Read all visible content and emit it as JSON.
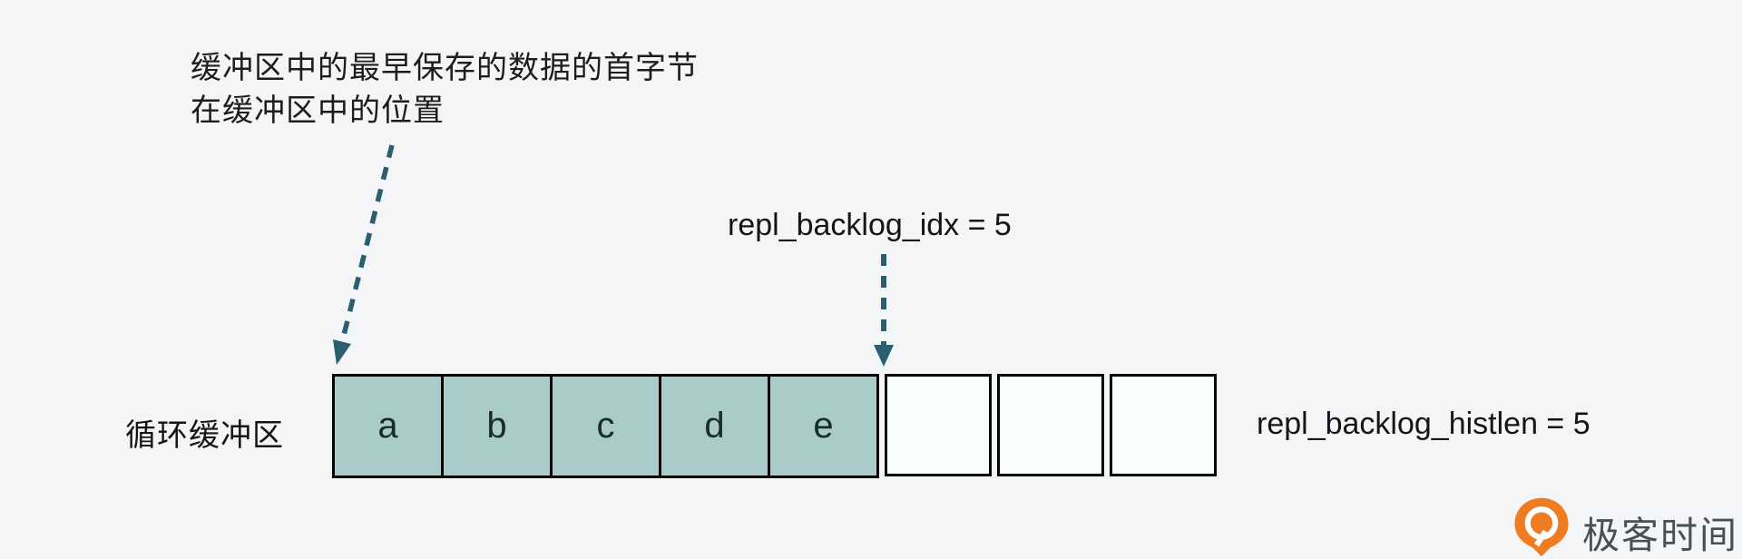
{
  "annotation": {
    "line1": "缓冲区中的最早保存的数据的首字节",
    "line2": "在缓冲区中的位置"
  },
  "labels": {
    "buffer_name": "循环缓冲区",
    "idx": "repl_backlog_idx = 5",
    "histlen": "repl_backlog_histlen = 5"
  },
  "buffer": {
    "cells": [
      "a",
      "b",
      "c",
      "d",
      "e"
    ],
    "empty_cell_count": 3,
    "filled_color": "#a9cbc9",
    "empty_color": "#f8fdfd",
    "border_color": "#050505"
  },
  "arrows": {
    "color": "#2c5e72",
    "idx_arrow": "points to boundary after cell e",
    "annotation_arrow": "points to start of cell a"
  },
  "logo": {
    "text": "极客时间",
    "orange": "#ef7c20",
    "text_color": "#4b4f55"
  }
}
